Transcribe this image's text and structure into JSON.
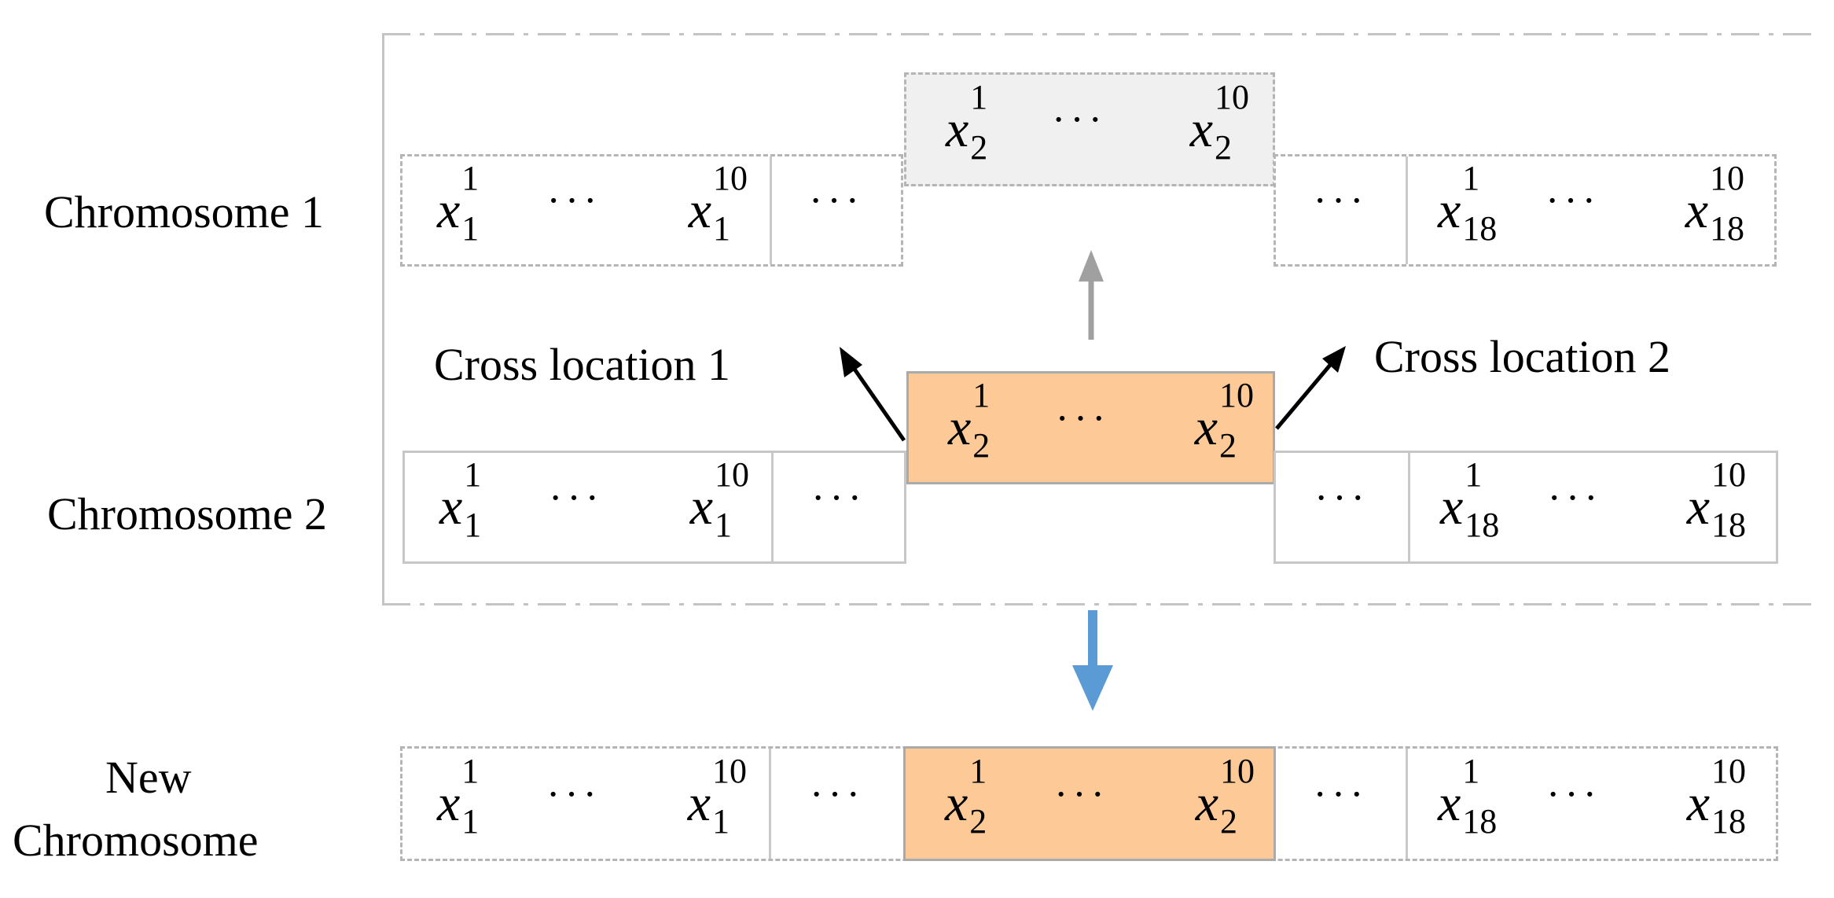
{
  "labels": {
    "chromosome1": "Chromosome 1",
    "chromosome2": "Chromosome 2",
    "new_chromosome_line1": "New",
    "new_chromosome_line2": "Chromosome",
    "cross1": "Cross location 1",
    "cross2": "Cross location 2"
  },
  "symbols": {
    "var": "x",
    "ellipsis": "···",
    "sub_1": "1",
    "sub_2": "2",
    "sub_18": "18",
    "sup_first": "1",
    "sup_last": "10"
  },
  "colors": {
    "orange_fill": "#fdc996",
    "gray_fill": "#f0f0f0",
    "blue_arrow": "#5b9bd5",
    "gray_arrow": "#a0a0a0",
    "black_arrow": "#000000"
  }
}
